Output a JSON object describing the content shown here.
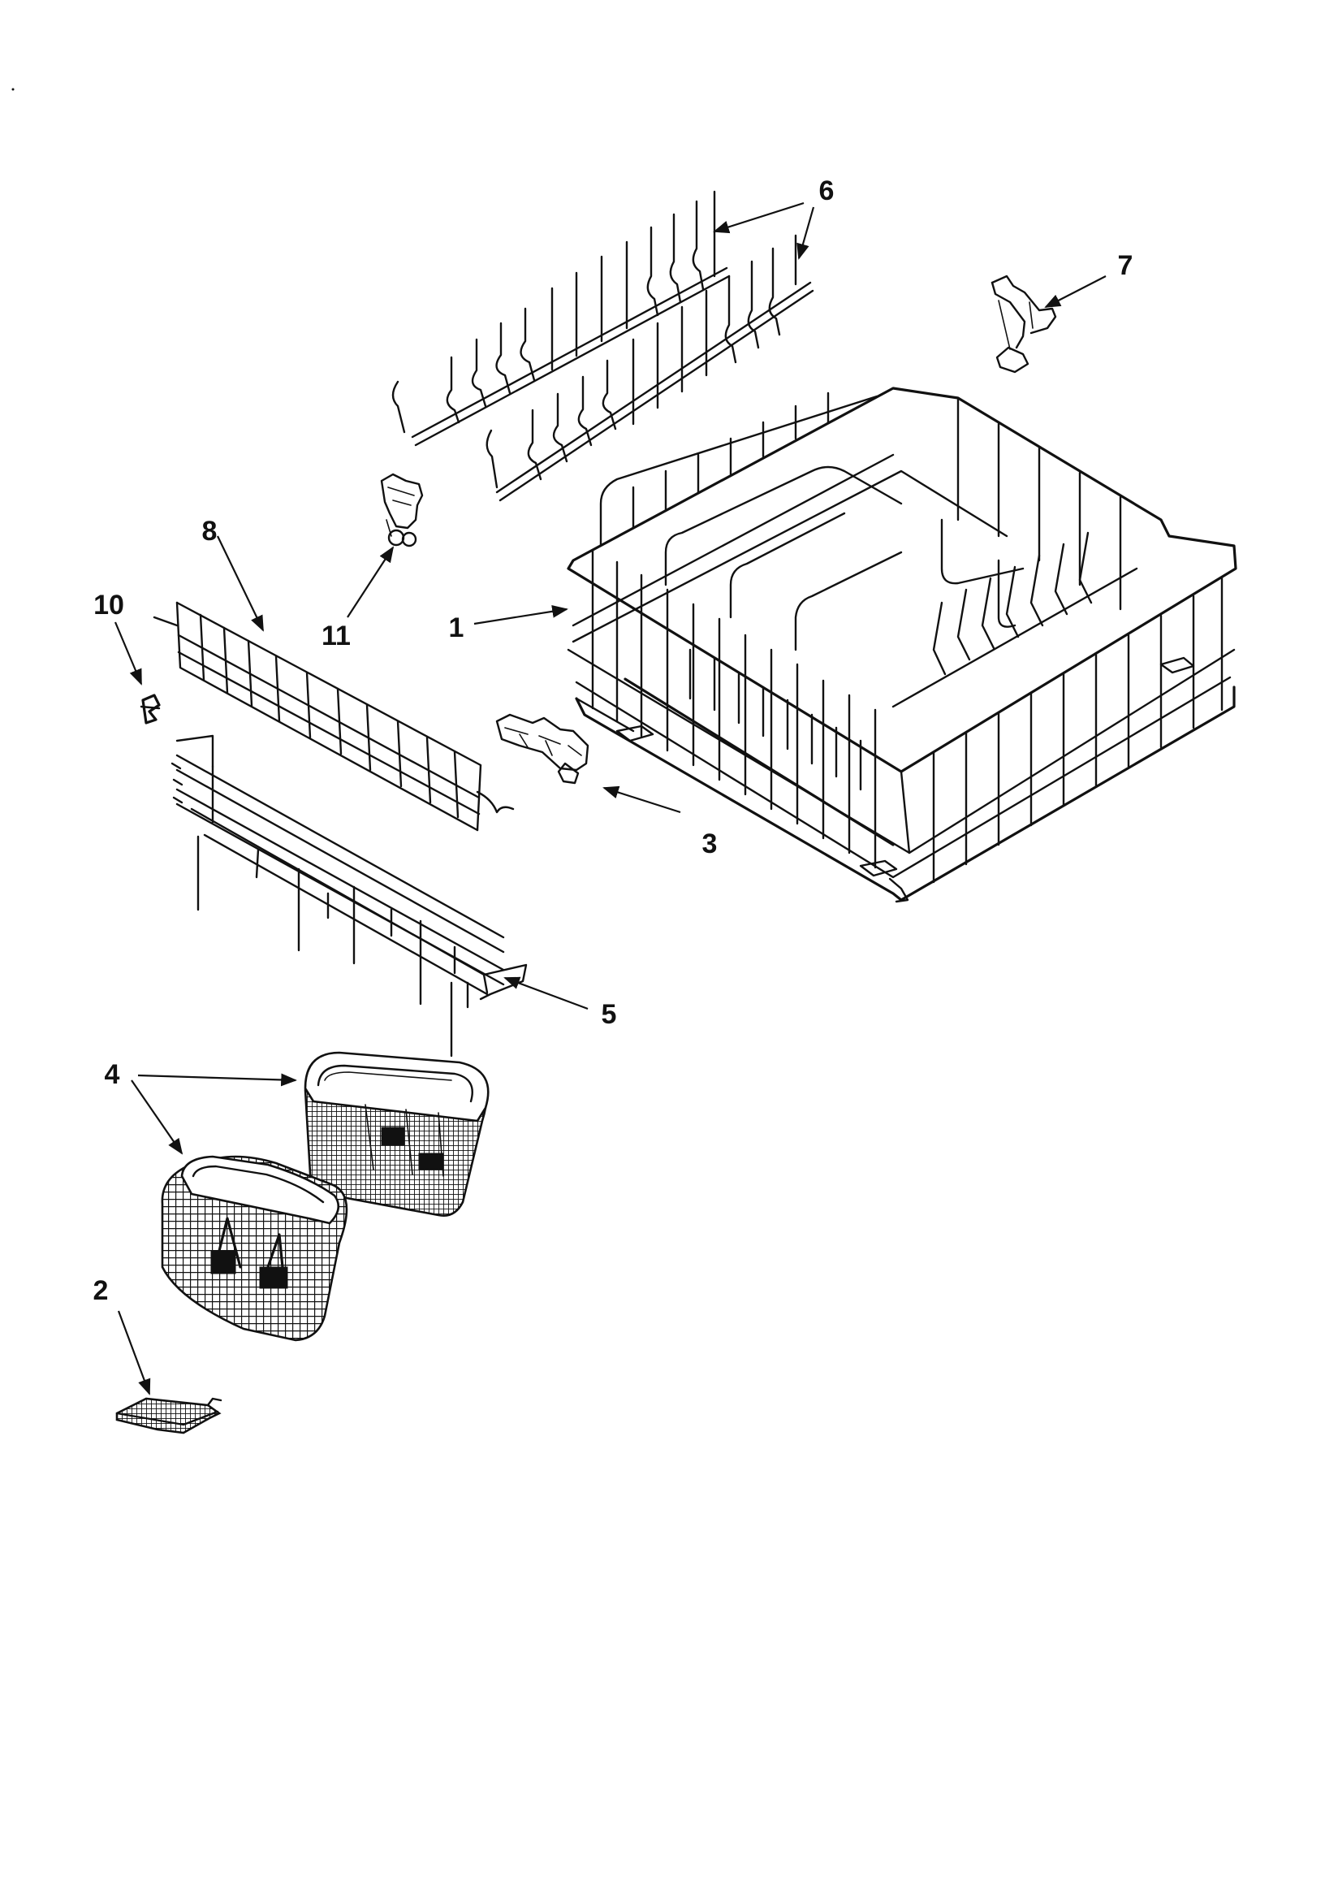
{
  "callouts": [
    {
      "id": "1",
      "part": "dishrack"
    },
    {
      "id": "2",
      "part": "basket-lid"
    },
    {
      "id": "3",
      "part": "rack-clip"
    },
    {
      "id": "4",
      "part": "silverware-basket"
    },
    {
      "id": "5",
      "part": "tine-row"
    },
    {
      "id": "6",
      "part": "fold-down-tines"
    },
    {
      "id": "7",
      "part": "tine-clip"
    },
    {
      "id": "8",
      "part": "shield"
    },
    {
      "id": "10",
      "part": "clip"
    },
    {
      "id": "11",
      "part": "tine-pivot-clip"
    }
  ],
  "colors": {
    "ink": "#111111",
    "paper": "#ffffff"
  }
}
